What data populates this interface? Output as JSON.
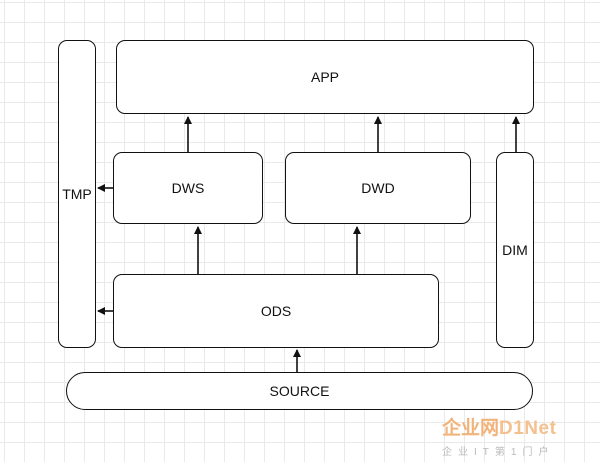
{
  "diagram": {
    "nodes": {
      "app": "APP",
      "dws": "DWS",
      "dwd": "DWD",
      "tmp": "TMP",
      "dim": "DIM",
      "ods": "ODS",
      "source": "SOURCE"
    },
    "edges": [
      {
        "from": "source",
        "to": "ods"
      },
      {
        "from": "ods",
        "to": "dws"
      },
      {
        "from": "ods",
        "to": "dwd"
      },
      {
        "from": "dws",
        "to": "app"
      },
      {
        "from": "dwd",
        "to": "app"
      },
      {
        "from": "dim",
        "to": "app"
      },
      {
        "from": "dws",
        "to": "tmp"
      },
      {
        "from": "ods",
        "to": "tmp"
      }
    ],
    "colors": {
      "line": "#111111",
      "grid": "#e9e9e9",
      "background": "#ffffff"
    }
  },
  "watermark": {
    "brand_cn": "企业网",
    "brand_latin": "D1Net",
    "subtitle": "企业IT第1门户",
    "color": "#f2b37a"
  }
}
